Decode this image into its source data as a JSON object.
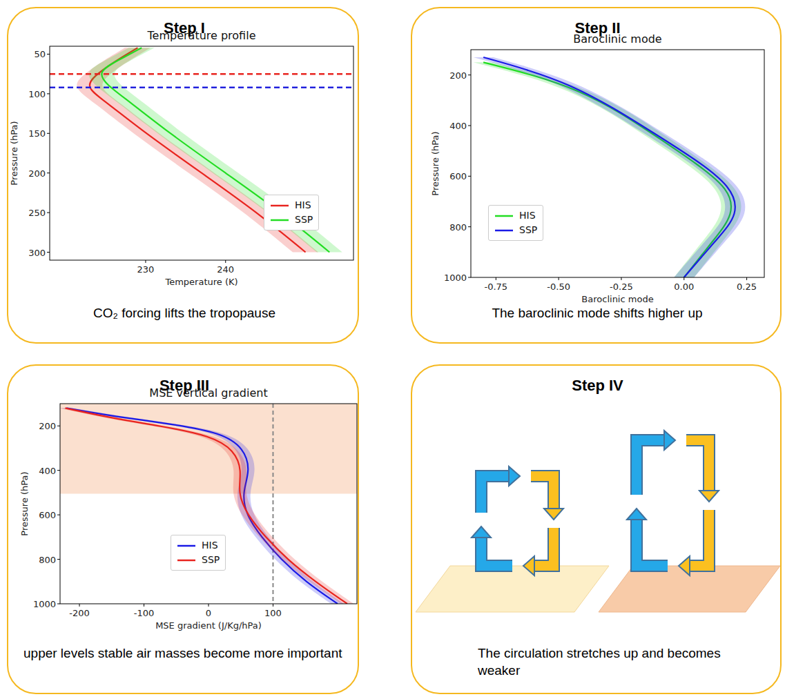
{
  "diagram": {
    "nodes": [
      {
        "text": [
          "Step I",
          "CO₂ forcing lifts the tropopause"
        ]
      },
      {
        "text": [
          "Step II",
          "The baroclinic mode shifts higher up"
        ]
      },
      {
        "text": [
          "Step III",
          "upper levels stable air masses become more important"
        ]
      },
      {
        "text": [
          "Step IV",
          "The circulation stretches up and becomes weaker"
        ]
      }
    ],
    "labels": [
      "Temperature profile",
      "50",
      "100",
      "150",
      "200",
      "250",
      "300",
      "Pressure (hPa)",
      "230",
      "240",
      "Temperature (K)",
      "Baroclinic mode",
      "200",
      "400",
      "600",
      "800",
      "1000",
      "Pressure (hPa)",
      "-0.75",
      "-0.50",
      "-0.25",
      "0.00",
      "0.25",
      "Baroclinic mode",
      "MSE vertical gradient",
      "200",
      "400",
      "600",
      "800",
      "1000",
      "Pressure (hPa)",
      "-200",
      "-100",
      "0",
      "100",
      "MSE gradient (J/Kg/hPa)"
    ],
    "legend": [
      {
        "text": "HIS"
      },
      {
        "text": "SSP"
      },
      {
        "text": "HIS"
      },
      {
        "text": "SSP"
      },
      {
        "text": "HIS"
      },
      {
        "text": "SSP"
      }
    ]
  }
}
